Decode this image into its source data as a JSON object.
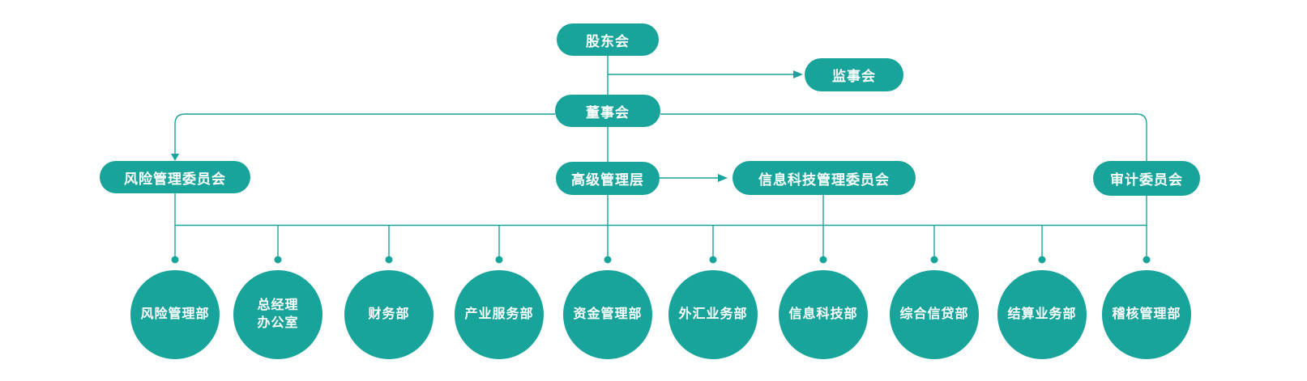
{
  "colors": {
    "node_fill": "#19A49B",
    "connector": "#19A49B",
    "node_text": "#FFFFFF",
    "background": "#FFFFFF"
  },
  "nodes": {
    "shareholders": {
      "label": "股东会"
    },
    "supervisory_board": {
      "label": "监事会"
    },
    "board_of_directors": {
      "label": "董事会"
    },
    "risk_management_committee": {
      "label": "风险管理委员会"
    },
    "senior_management": {
      "label": "高级管理层"
    },
    "it_management_committee": {
      "label": "信息科技管理委员会"
    },
    "audit_committee": {
      "label": "审计委员会"
    }
  },
  "departments": [
    {
      "label": "风险管理部"
    },
    {
      "label": "总经理\n办公室"
    },
    {
      "label": "财务部"
    },
    {
      "label": "产业服务部"
    },
    {
      "label": "资金管理部"
    },
    {
      "label": "外汇业务部"
    },
    {
      "label": "信息科技部"
    },
    {
      "label": "综合信贷部"
    },
    {
      "label": "结算业务部"
    },
    {
      "label": "稽核管理部"
    }
  ]
}
